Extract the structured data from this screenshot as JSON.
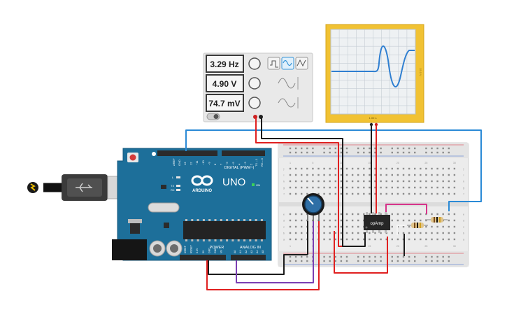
{
  "function_generator": {
    "frequency": "3.29 Hz",
    "amplitude": "4.90 V",
    "offset": "74.7 mV",
    "power_switch": "●"
  },
  "oscilloscope": {
    "time_label": "1.00 s",
    "volt_label": "15.0 V",
    "trace_color": "#2f7fd1"
  },
  "arduino": {
    "board_color": "#1d6f9a",
    "brand_text": "ARDUINO",
    "model_text": "UNO",
    "digital_label": "DIGITAL (PWM~)",
    "power_label": "POWER",
    "analog_label": "ANALOG IN",
    "on_label": "ON",
    "aref_label": "AREF",
    "gnd_label": "GND",
    "l_label": "L",
    "tx_label": "TX",
    "rx_label": "RX",
    "tx_pin": "TX→1",
    "rx_pin": "RX←0",
    "top_pins": [
      "13",
      "12",
      "~11",
      "~10",
      "~9",
      "8",
      "7",
      "~6",
      "~5",
      "4",
      "~3",
      "2"
    ],
    "power_pins": [
      "IOREF",
      "RESET",
      "3.3V",
      "5V",
      "GND",
      "GND",
      "Vin"
    ],
    "analog_pins": [
      "A0",
      "A1",
      "A2",
      "A3",
      "A4",
      "A5"
    ]
  },
  "breadboard": {
    "opamp_label": "opAmp",
    "row_letters_top": [
      "j",
      "i",
      "h",
      "g",
      "f"
    ],
    "row_letters_bottom": [
      "e",
      "d",
      "c",
      "b",
      "a"
    ],
    "columns": [
      "1",
      "",
      "",
      "",
      "5",
      "",
      "",
      "",
      "",
      "10",
      "",
      "",
      "",
      "",
      "15",
      "",
      "",
      "",
      "",
      "20",
      "",
      "",
      "",
      "",
      "25",
      "",
      "",
      "",
      "",
      "30"
    ]
  },
  "wire_colors": {
    "red": "#e02020",
    "black": "#1b1b1b",
    "blue": "#2a8ad6",
    "purple": "#7b3fb3",
    "magenta": "#d6338a",
    "white": "#f4f4f4"
  }
}
